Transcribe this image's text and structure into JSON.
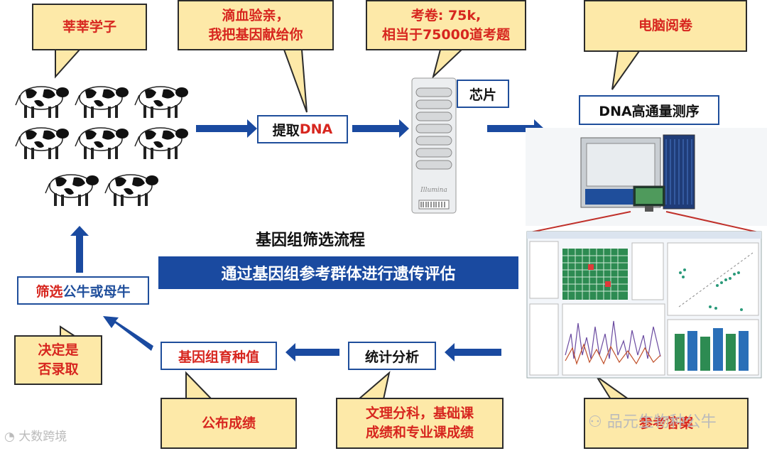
{
  "callouts": {
    "students": "莘莘学子",
    "blood_line1": "滴血验亲，",
    "blood_line2": "我把基因献给你",
    "exam_line1": "考卷: 75k,",
    "exam_line2": "相当于75000道考题",
    "grading": "电脑阅卷",
    "decide_line1": "决定是",
    "decide_line2": "否录取",
    "publish": "公布成绩",
    "subjects_line1": "文理分科，基础课",
    "subjects_line2": "成绩和专业课成绩",
    "answers": "参考答案"
  },
  "boxes": {
    "extract_prefix": "提取",
    "extract_dna": "DNA",
    "chip": "芯片",
    "sequencing": "DNA高通量测序",
    "select_prefix": "筛选",
    "select_suffix": "公牛或母牛",
    "gebv": "基因组育种值",
    "stats": "统计分析"
  },
  "title": "基因组筛选流程",
  "banner": "通过基因组参考群体进行遗传评估",
  "chip_label": "Illumina",
  "watermarks": {
    "left": "大数跨境",
    "right": "品元生物种公牛"
  },
  "colors": {
    "callout_fill": "#fde9a8",
    "box_border": "#1f4e9b",
    "arrow": "#1a4aa0",
    "red_text": "#d7261f",
    "banner": "#1a4aa0"
  }
}
